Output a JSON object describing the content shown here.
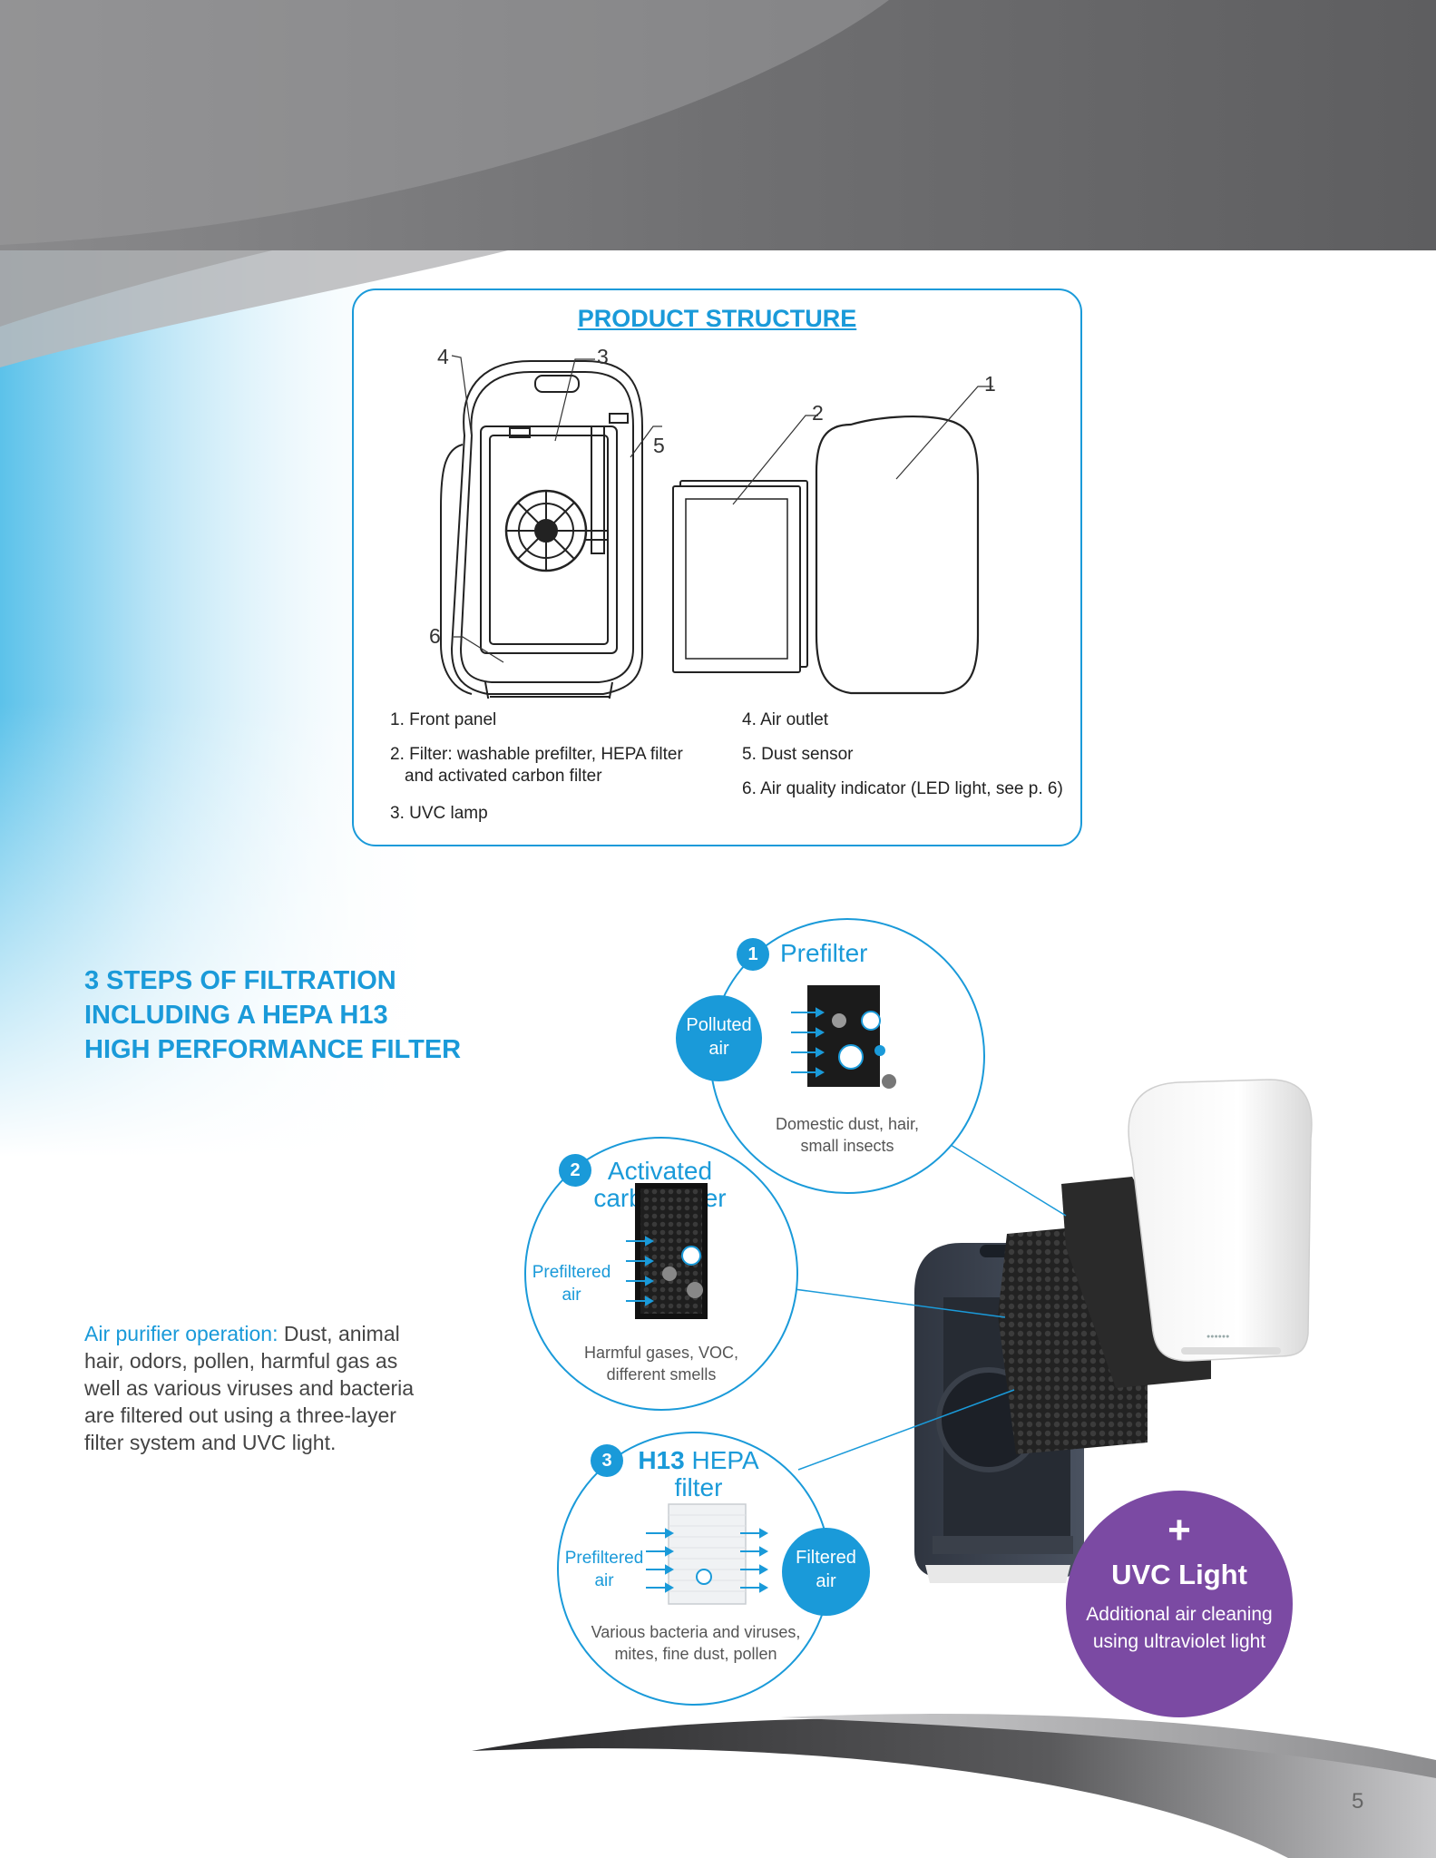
{
  "product_structure": {
    "title": "PRODUCT STRUCTURE",
    "callouts": [
      "1",
      "2",
      "3",
      "4",
      "5",
      "6"
    ],
    "legend": [
      "1. Front panel",
      "2. Filter: washable prefilter, HEPA filter",
      "and activated carbon filter",
      "3. UVC lamp",
      "4. Air outlet",
      "5. Dust sensor",
      "6. Air quality indicator (LED light, see p. 6)"
    ]
  },
  "filtration": {
    "title_lines": [
      "3 STEPS OF FILTRATION",
      "INCLUDING A HEPA H13",
      "HIGH PERFORMANCE FILTER"
    ],
    "operation_lead": "Air purifier operation:",
    "operation_body": "Dust, animal hair, odors, pollen, harmful gas as well as various viruses and bacteria are filtered out using a three-layer filter system and UVC light."
  },
  "steps": [
    {
      "number": "1",
      "title_lines": [
        "Prefilter"
      ],
      "input_label_lines": [
        "Polluted",
        "air"
      ],
      "caption_lines": [
        "Domestic dust, hair,",
        "small insects"
      ]
    },
    {
      "number": "2",
      "title_lines": [
        "Activated",
        "carbon filter"
      ],
      "input_label_lines": [
        "Prefiltered",
        "air"
      ],
      "caption_lines": [
        "Harmful gases, VOC,",
        "different smells"
      ]
    },
    {
      "number": "3",
      "title_bold": "H13",
      "title_rest": " HEPA",
      "title_line2": "filter",
      "input_label_lines": [
        "Prefiltered",
        "air"
      ],
      "output_label_lines": [
        "Filtered",
        "air"
      ],
      "caption_lines": [
        "Various bacteria and viruses,",
        "mites, fine dust, pollen"
      ]
    }
  ],
  "uvc": {
    "plus": "+",
    "title": "UVC Light",
    "desc_lines": [
      "Additional air cleaning",
      "using ultraviolet light"
    ]
  },
  "page_number": "5",
  "colors": {
    "accent": "#1a9ad9",
    "uvc_purple": "#7b4aa3",
    "header_gray": "#6e6e70"
  }
}
